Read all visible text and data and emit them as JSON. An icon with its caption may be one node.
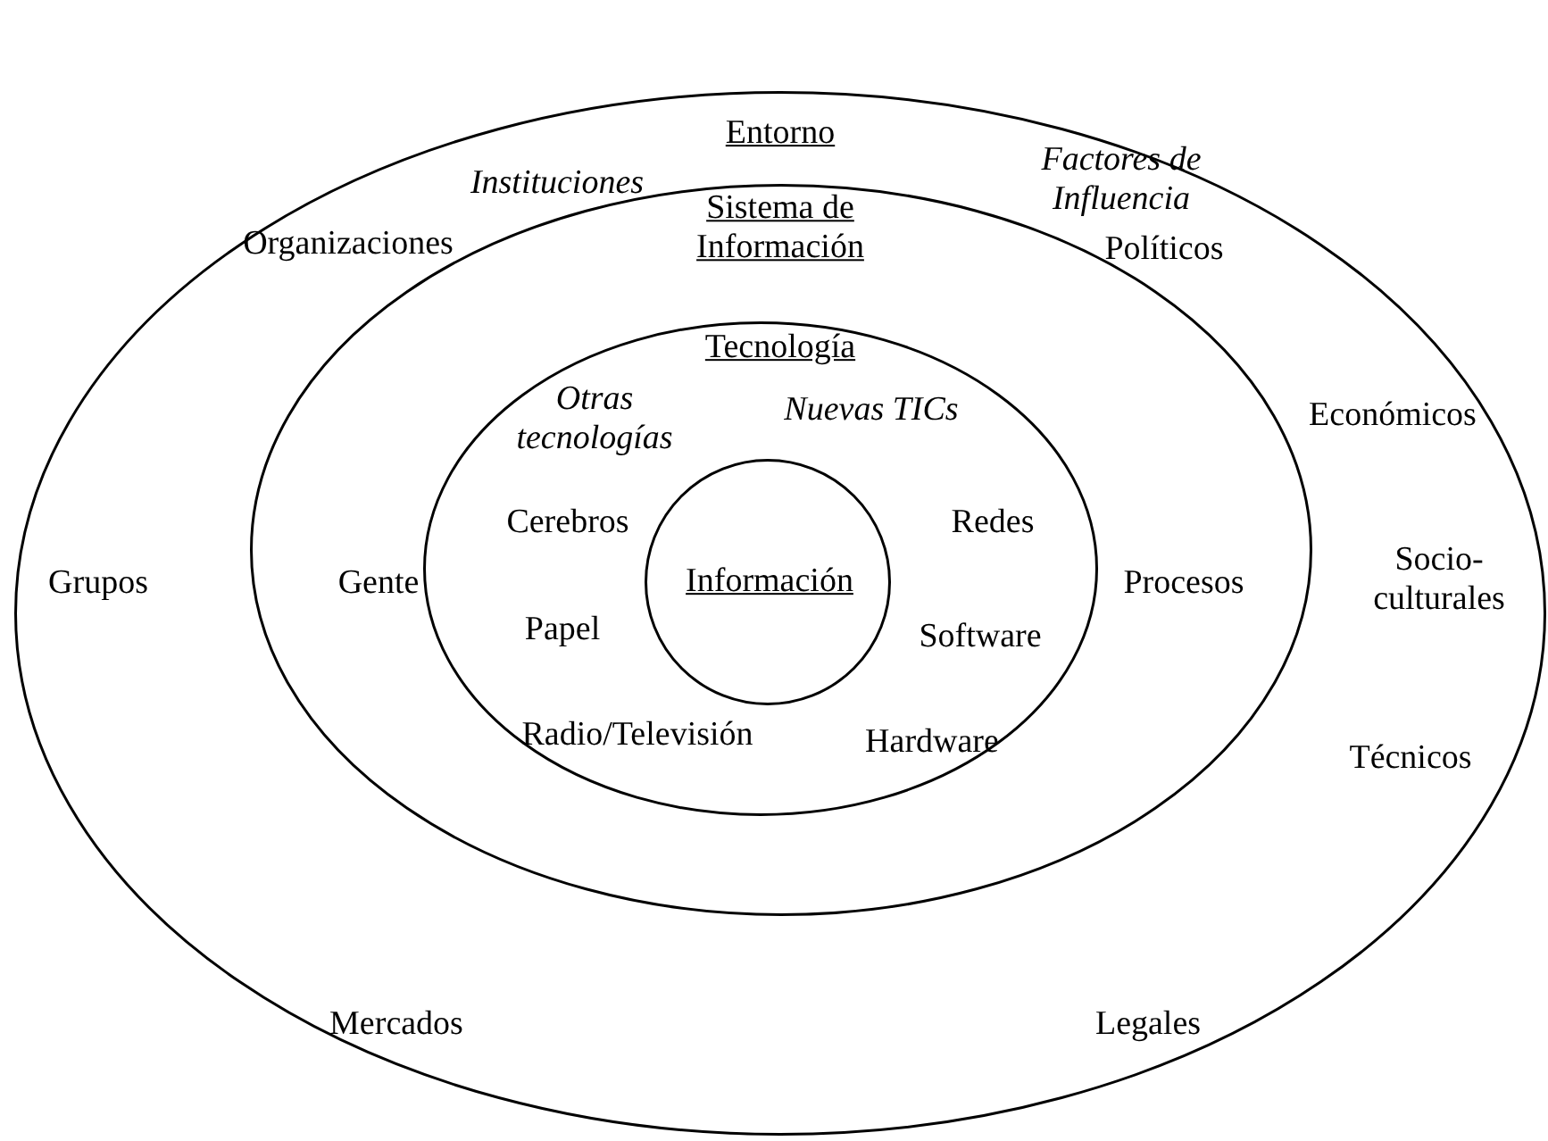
{
  "diagram": {
    "nodes": [
      {
        "text": [
          "Entorno",
          "Instituciones",
          "Factores de Influencia",
          "Organizaciones",
          "Políticos",
          "Económicos",
          "Grupos",
          "Socio-culturales",
          "Técnicos",
          "Mercados",
          "Legales"
        ]
      },
      {
        "text": [
          "Sistema de Información",
          "Gente",
          "Procesos"
        ],
        "in": 0
      },
      {
        "text": [
          "Tecnología",
          "Otras tecnologías",
          "Nuevas TICs",
          "Cerebros",
          "Redes",
          "Papel",
          "Software",
          "Radio/Televisión",
          "Hardware"
        ],
        "in": 1
      },
      {
        "text": [
          "Información"
        ],
        "in": 2
      }
    ],
    "edges": []
  }
}
